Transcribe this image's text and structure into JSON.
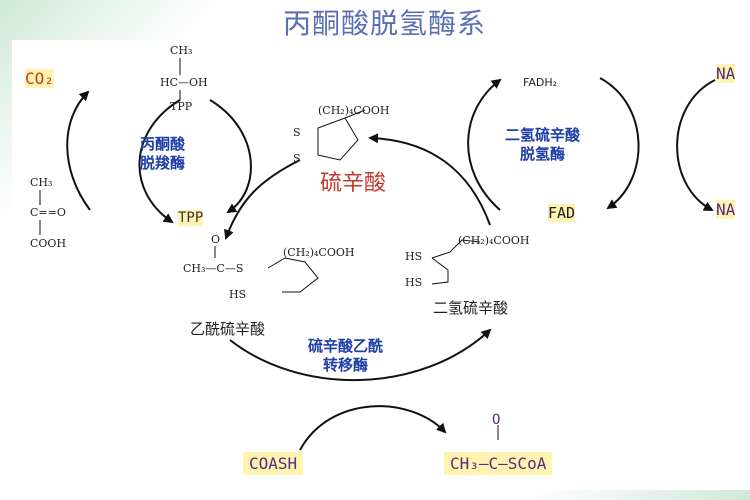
{
  "title": "丙酮酸脱氢酶系",
  "labels": {
    "co2": "CO₂",
    "tpp_top": "TPP",
    "ch3_top": "CH₃",
    "hc_oh": "HC—OH",
    "enzyme1_line1": "丙酮酸",
    "enzyme1_line2": "脱羧酶",
    "tpp_mid": "TPP",
    "pyruvate_ch3": "CH₃",
    "pyruvate_c": "C==O",
    "pyruvate_cooh": "COOH",
    "lipoic_chain": "(CH₂)₄COOH",
    "lipoic_s1": "S",
    "lipoic_s2": "S",
    "lipoic_acid": "硫辛酸",
    "acetyl_o": "O",
    "acetyl_ch3": "CH₃—C—S",
    "acetyl_chain": "(CH₂)₄COOH",
    "acetyl_hs": "HS",
    "acetyl_name": "乙酰硫辛酸",
    "dihydro_chain": "(CH₂)₄COOH",
    "dihydro_hs1": "HS",
    "dihydro_hs2": "HS",
    "dihydro_name": "二氢硫辛酸",
    "fadh2": "FADH₂",
    "enzyme2_line1": "二氢硫辛酸",
    "enzyme2_line2": "脱氢酶",
    "fad": "FAD",
    "na_top": "NA",
    "na_bottom": "NA",
    "enzyme3_line1": "硫辛酸乙酰",
    "enzyme3_line2": "转移酶",
    "coash": "COASH",
    "acetylcoa_o": "O",
    "acetylcoa": "CH₃—C—SCoA"
  },
  "colors": {
    "title": "#5b6fb5",
    "enzyme": "#1f3fa8",
    "highlight": "#fff3b0",
    "accent_red": "#c0392b",
    "coa_purple": "#5a2a84"
  }
}
